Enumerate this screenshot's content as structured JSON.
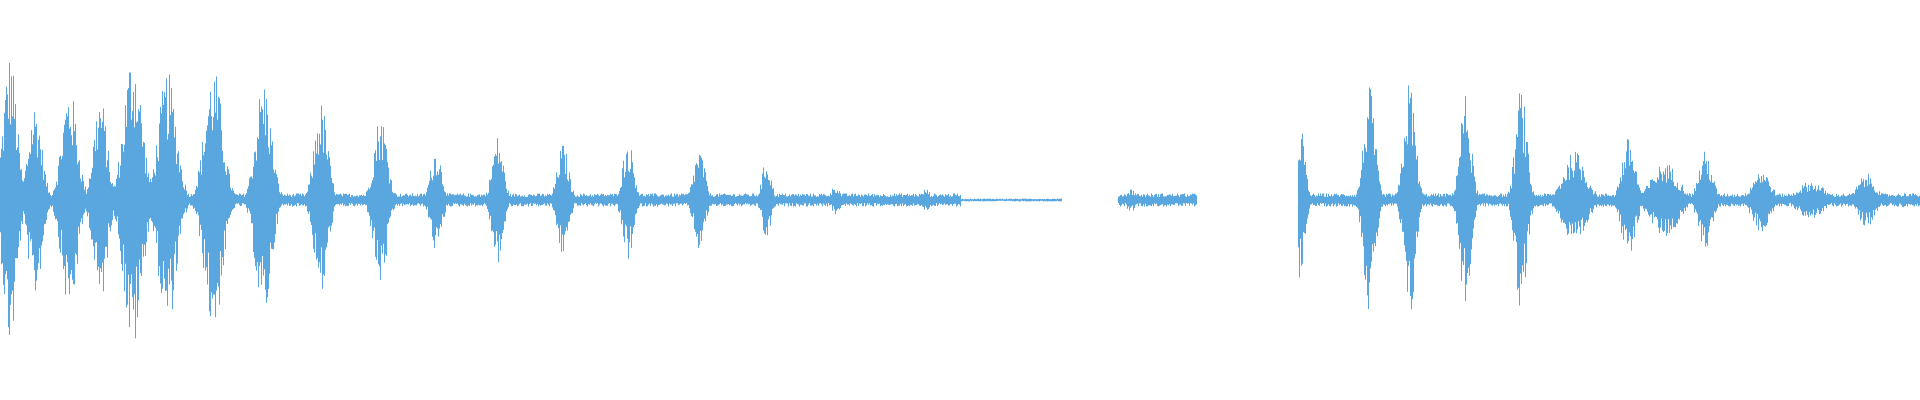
{
  "waveform": {
    "color": "#5aa7e0",
    "background": "#ffffff",
    "sample_count": 1920,
    "segments": [
      {
        "start": 0.0,
        "end": 0.553,
        "kind": "speech"
      },
      {
        "start": 0.553,
        "end": 0.582,
        "kind": "silence"
      },
      {
        "start": 0.582,
        "end": 0.623,
        "kind": "speech"
      },
      {
        "start": 0.623,
        "end": 0.676,
        "kind": "silence"
      },
      {
        "start": 0.676,
        "end": 1.0,
        "kind": "speech"
      }
    ],
    "bursts": [
      {
        "pos": 0.005,
        "amp": 0.78,
        "width": 0.006
      },
      {
        "pos": 0.018,
        "amp": 0.52,
        "width": 0.006
      },
      {
        "pos": 0.036,
        "amp": 0.6,
        "width": 0.007
      },
      {
        "pos": 0.052,
        "amp": 0.56,
        "width": 0.006
      },
      {
        "pos": 0.069,
        "amp": 0.8,
        "width": 0.008
      },
      {
        "pos": 0.087,
        "amp": 0.68,
        "width": 0.008
      },
      {
        "pos": 0.111,
        "amp": 0.7,
        "width": 0.008
      },
      {
        "pos": 0.137,
        "amp": 0.64,
        "width": 0.007
      },
      {
        "pos": 0.167,
        "amp": 0.52,
        "width": 0.006
      },
      {
        "pos": 0.198,
        "amp": 0.46,
        "width": 0.006
      },
      {
        "pos": 0.227,
        "amp": 0.28,
        "width": 0.005
      },
      {
        "pos": 0.259,
        "amp": 0.34,
        "width": 0.005
      },
      {
        "pos": 0.293,
        "amp": 0.3,
        "width": 0.005
      },
      {
        "pos": 0.327,
        "amp": 0.32,
        "width": 0.005
      },
      {
        "pos": 0.364,
        "amp": 0.27,
        "width": 0.005
      },
      {
        "pos": 0.399,
        "amp": 0.22,
        "width": 0.004
      },
      {
        "pos": 0.435,
        "amp": 0.08,
        "width": 0.004
      },
      {
        "pos": 0.482,
        "amp": 0.06,
        "width": 0.004
      },
      {
        "pos": 0.589,
        "amp": 0.06,
        "width": 0.005
      },
      {
        "pos": 0.677,
        "amp": 0.42,
        "width": 0.004
      },
      {
        "pos": 0.713,
        "amp": 0.6,
        "width": 0.005
      },
      {
        "pos": 0.734,
        "amp": 0.64,
        "width": 0.005
      },
      {
        "pos": 0.763,
        "amp": 0.56,
        "width": 0.005
      },
      {
        "pos": 0.792,
        "amp": 0.6,
        "width": 0.005
      },
      {
        "pos": 0.82,
        "amp": 0.26,
        "width": 0.01
      },
      {
        "pos": 0.848,
        "amp": 0.33,
        "width": 0.006
      },
      {
        "pos": 0.867,
        "amp": 0.2,
        "width": 0.012
      },
      {
        "pos": 0.888,
        "amp": 0.26,
        "width": 0.006
      },
      {
        "pos": 0.917,
        "amp": 0.17,
        "width": 0.008
      },
      {
        "pos": 0.943,
        "amp": 0.1,
        "width": 0.012
      },
      {
        "pos": 0.972,
        "amp": 0.14,
        "width": 0.008
      },
      {
        "pos": 0.993,
        "amp": 0.04,
        "width": 0.01
      }
    ]
  }
}
